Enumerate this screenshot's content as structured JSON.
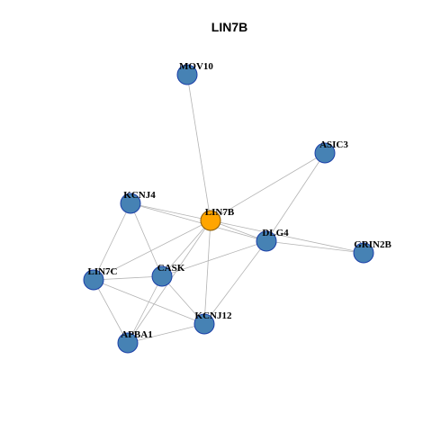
{
  "title": "LIN7B",
  "colors": {
    "node_fill": "#4682b4",
    "node_stroke": "#1b3fa8",
    "center_fill": "#ffa500",
    "center_stroke": "#8a5a00",
    "edge": "#b3b3b3"
  },
  "center_node": "LIN7B",
  "nodes": [
    {
      "id": "MOV10",
      "label": "MOV10"
    },
    {
      "id": "ASIC3",
      "label": "ASIC3"
    },
    {
      "id": "KCNJ4",
      "label": "KCNJ4"
    },
    {
      "id": "LIN7B",
      "label": "LIN7B"
    },
    {
      "id": "DLG4",
      "label": "DLG4"
    },
    {
      "id": "GRIN2B",
      "label": "GRIN2B"
    },
    {
      "id": "LIN7C",
      "label": "LIN7C"
    },
    {
      "id": "CASK",
      "label": "CASK"
    },
    {
      "id": "KCNJ12",
      "label": "KCNJ12"
    },
    {
      "id": "APBA1",
      "label": "APBA1"
    }
  ],
  "edges": [
    [
      "MOV10",
      "LIN7B"
    ],
    [
      "ASIC3",
      "LIN7B"
    ],
    [
      "ASIC3",
      "DLG4"
    ],
    [
      "KCNJ4",
      "LIN7B"
    ],
    [
      "KCNJ4",
      "DLG4"
    ],
    [
      "KCNJ4",
      "LIN7C"
    ],
    [
      "KCNJ4",
      "CASK"
    ],
    [
      "LIN7B",
      "DLG4"
    ],
    [
      "LIN7B",
      "GRIN2B"
    ],
    [
      "LIN7B",
      "LIN7C"
    ],
    [
      "LIN7B",
      "CASK"
    ],
    [
      "LIN7B",
      "KCNJ12"
    ],
    [
      "LIN7B",
      "APBA1"
    ],
    [
      "DLG4",
      "GRIN2B"
    ],
    [
      "DLG4",
      "CASK"
    ],
    [
      "DLG4",
      "KCNJ12"
    ],
    [
      "LIN7C",
      "CASK"
    ],
    [
      "LIN7C",
      "KCNJ12"
    ],
    [
      "LIN7C",
      "APBA1"
    ],
    [
      "CASK",
      "KCNJ12"
    ],
    [
      "CASK",
      "APBA1"
    ],
    [
      "APBA1",
      "KCNJ12"
    ]
  ]
}
